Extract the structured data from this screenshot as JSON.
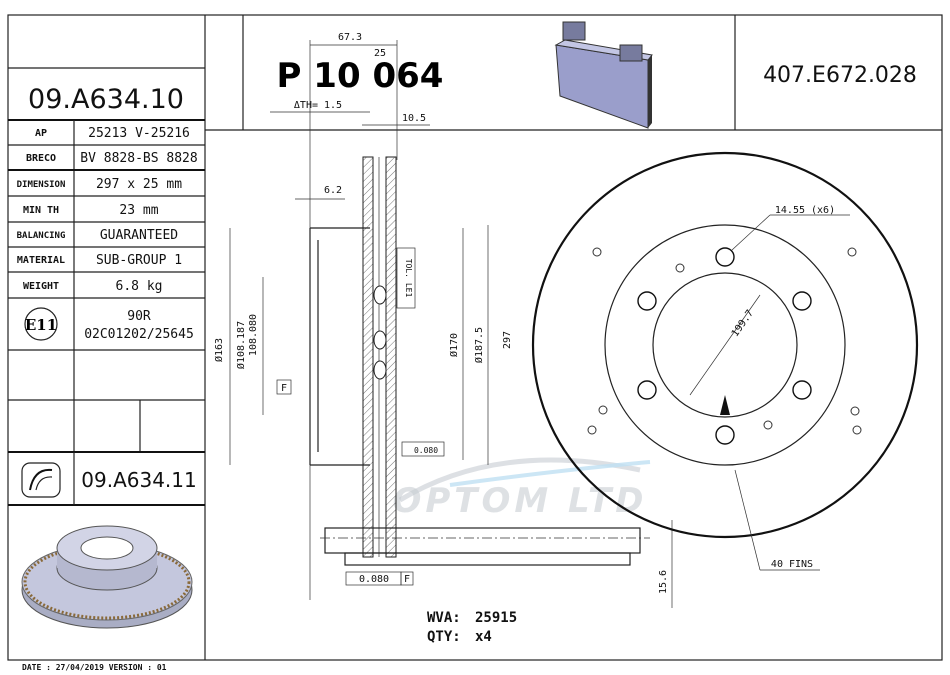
{
  "header": {
    "part_number": "09.A634.10",
    "pad_code": "P 10 064",
    "ref_number": "407.E672.028"
  },
  "specs": [
    {
      "label": "AP",
      "value": "25213 V-25216"
    },
    {
      "label": "BRECO",
      "value": "BV 8828-BS 8828"
    },
    {
      "label": "DIMENSION",
      "value": "297 x 25 mm"
    },
    {
      "label": "MIN TH",
      "value": "23 mm"
    },
    {
      "label": "BALANCING",
      "value": "GUARANTEED"
    },
    {
      "label": "MATERIAL",
      "value": "SUB-GROUP 1"
    },
    {
      "label": "WEIGHT",
      "value": "6.8 kg"
    }
  ],
  "approval": {
    "mark": "E11",
    "line1": "90R",
    "line2": "02C01202/25645"
  },
  "alt_part_number": "09.A634.11",
  "dimensions": {
    "width_total": "67.3",
    "thickness": "25",
    "delta_th": "ΔTH= 1.5",
    "offset": "10.5",
    "flange": "6.2",
    "d_163": "Ø163",
    "d_bore_max": "Ø108.187",
    "d_bore_min": "108.080",
    "d_170": "Ø170",
    "d_187": "Ø187.5",
    "d_297": "297",
    "tol_label": "TOL. LE1",
    "datum": "F",
    "flatness": "0.080",
    "flat_tol": "0.080",
    "height": "15.6",
    "holes": "14.55 (x6)",
    "pcd": "199.7",
    "fins": "40 FINS"
  },
  "footer": {
    "wva_label": "WVA:",
    "wva": "25915",
    "qty_label": "QTY:",
    "qty": "x4",
    "date": "DATE : 27/04/2019 VERSION : 01"
  },
  "watermark": "OPTOM LTD"
}
